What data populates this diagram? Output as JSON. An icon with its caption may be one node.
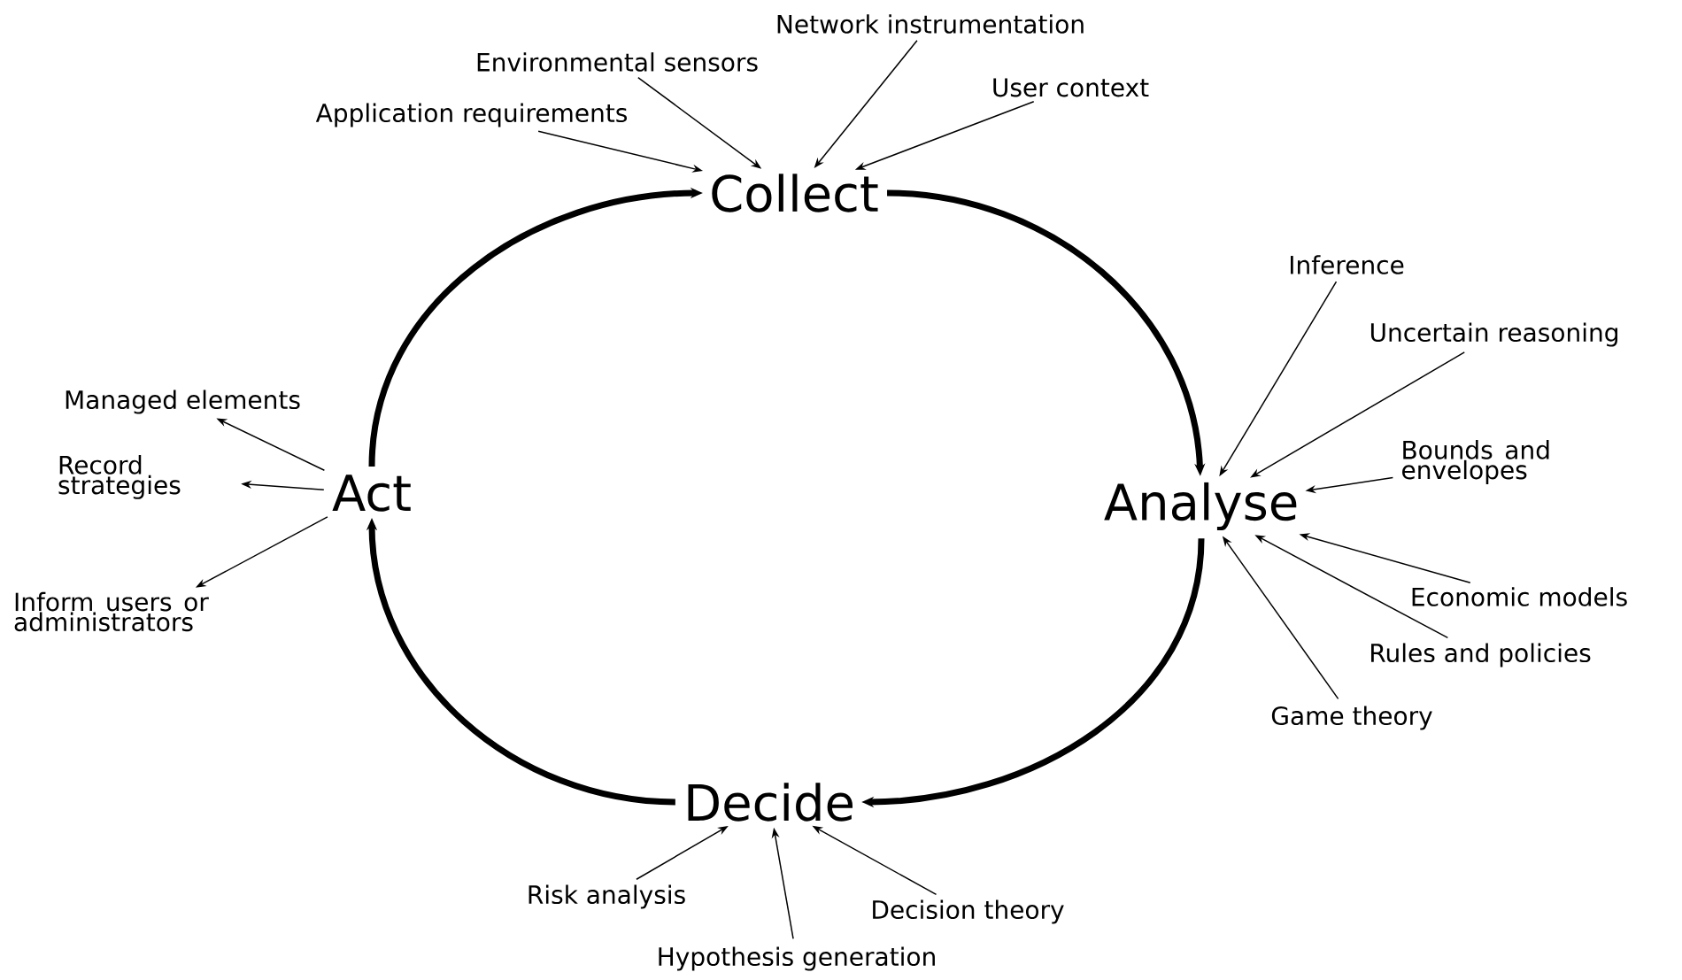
{
  "diagram": {
    "nodes": [
      {
        "text": [
          "Collect"
        ]
      },
      {
        "text": [
          "Analyse"
        ]
      },
      {
        "text": [
          "Decide"
        ]
      },
      {
        "text": [
          "Act"
        ]
      },
      {
        "text": [
          "Network instrumentation"
        ]
      },
      {
        "text": [
          "Environmental sensors"
        ]
      },
      {
        "text": [
          "User context"
        ]
      },
      {
        "text": [
          "Application requirements"
        ]
      },
      {
        "text": [
          "Inference"
        ]
      },
      {
        "text": [
          "Uncertain reasoning"
        ]
      },
      {
        "text": [
          "Bounds and envelopes"
        ]
      },
      {
        "text": [
          "Economic models"
        ]
      },
      {
        "text": [
          "Rules and policies"
        ]
      },
      {
        "text": [
          "Game theory"
        ]
      },
      {
        "text": [
          "Risk analysis"
        ]
      },
      {
        "text": [
          "Hypothesis generation"
        ]
      },
      {
        "text": [
          "Decision theory"
        ]
      },
      {
        "text": [
          "Managed elements"
        ]
      },
      {
        "text": [
          "Record strategies"
        ]
      },
      {
        "text": [
          "Inform users or administrators"
        ]
      }
    ],
    "edges": [
      {
        "from": 0,
        "to": 1,
        "arrow": "to",
        "style": "thick"
      },
      {
        "from": 1,
        "to": 2,
        "arrow": "to",
        "style": "thick"
      },
      {
        "from": 2,
        "to": 3,
        "arrow": "to",
        "style": "thick"
      },
      {
        "from": 3,
        "to": 0,
        "arrow": "to",
        "style": "thick"
      },
      {
        "from": 4,
        "to": 0,
        "arrow": "to"
      },
      {
        "from": 5,
        "to": 0,
        "arrow": "to"
      },
      {
        "from": 6,
        "to": 0,
        "arrow": "to"
      },
      {
        "from": 7,
        "to": 0,
        "arrow": "to"
      },
      {
        "from": 8,
        "to": 1,
        "arrow": "to"
      },
      {
        "from": 9,
        "to": 1,
        "arrow": "to"
      },
      {
        "from": 10,
        "to": 1,
        "arrow": "to"
      },
      {
        "from": 11,
        "to": 1,
        "arrow": "to"
      },
      {
        "from": 12,
        "to": 1,
        "arrow": "to"
      },
      {
        "from": 13,
        "to": 1,
        "arrow": "to"
      },
      {
        "from": 14,
        "to": 2,
        "arrow": "to"
      },
      {
        "from": 15,
        "to": 2,
        "arrow": "to"
      },
      {
        "from": 16,
        "to": 2,
        "arrow": "to"
      },
      {
        "from": 3,
        "to": 17,
        "arrow": "to"
      },
      {
        "from": 3,
        "to": 18,
        "arrow": "to"
      },
      {
        "from": 3,
        "to": 19,
        "arrow": "to"
      }
    ]
  }
}
